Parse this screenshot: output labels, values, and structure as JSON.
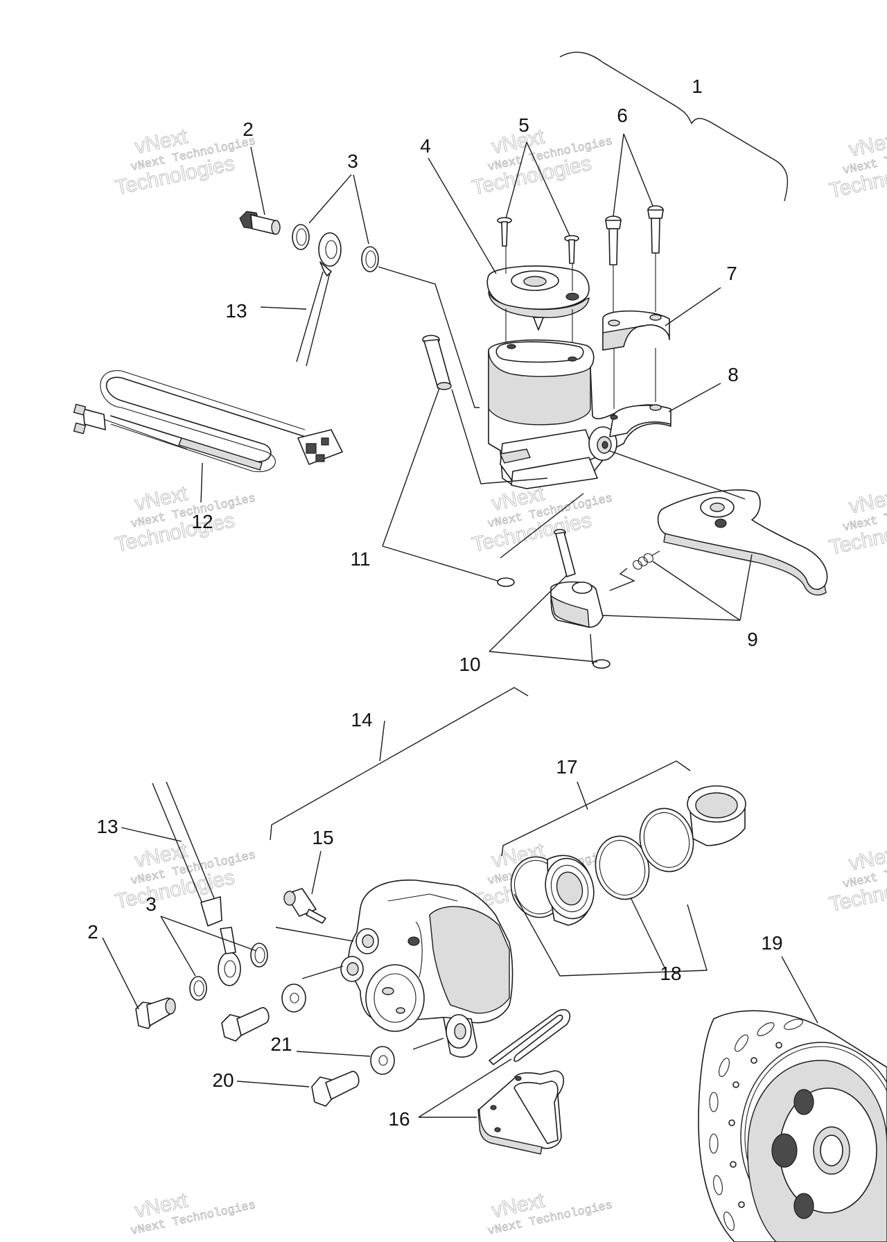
{
  "callouts": {
    "c1": "1",
    "c2a": "2",
    "c3a": "3",
    "c4": "4",
    "c5": "5",
    "c6": "6",
    "c7": "7",
    "c8": "8",
    "c9": "9",
    "c10": "10",
    "c11": "11",
    "c12": "12",
    "c13a": "13",
    "c14": "14",
    "c17": "17",
    "c13b": "13",
    "c15": "15",
    "c3b": "3",
    "c2b": "2",
    "c18": "18",
    "c19": "19",
    "c21": "21",
    "c20": "20",
    "c16": "16"
  },
  "watermark": {
    "company": "vNext Technologies",
    "brand_top": "vNext",
    "brand_bottom": "Technologies"
  }
}
